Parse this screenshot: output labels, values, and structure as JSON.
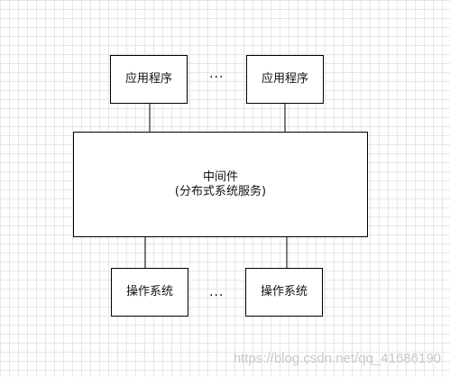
{
  "diagram": {
    "nodes": {
      "app_left": "应用程序",
      "app_right": "应用程序",
      "middleware_line1": "中间件",
      "middleware_line2": "(分布式系统服务)",
      "os_left": "操作系统",
      "os_right": "操作系统"
    },
    "ellipsis_top": "···",
    "ellipsis_bottom": "···"
  },
  "watermark": "https://blog.csdn.net/qq_41686190"
}
